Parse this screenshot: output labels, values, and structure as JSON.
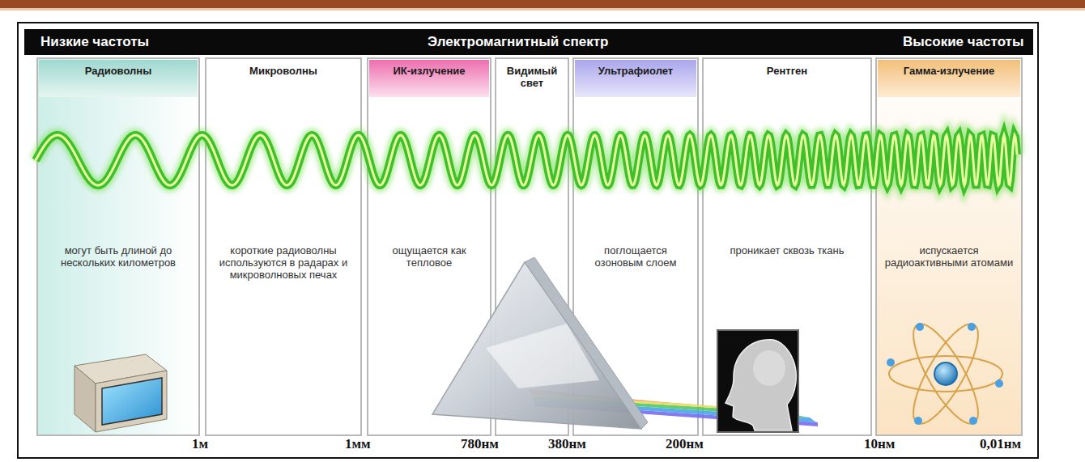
{
  "diagram": {
    "title": "Электромагнитный спектр",
    "nodes": [
      {
        "text": [
          "Радиоволны",
          "могут быть длиной до нескольких километров"
        ]
      },
      {
        "text": [
          "Микроволны",
          "короткие радиоволны используются в радарах и микроволновых печах"
        ]
      },
      {
        "text": [
          "ИК-излучение",
          "ощущается как тепловое"
        ]
      },
      {
        "text": [
          "Видимый свет"
        ]
      },
      {
        "text": [
          "Ультрафиолет",
          "поглощается озоновым слоем"
        ]
      },
      {
        "text": [
          "Рентген",
          "проникает сквозь ткань"
        ]
      },
      {
        "text": [
          "Гамма-излучение",
          "испускается радиоактивными атомами"
        ]
      }
    ],
    "labels": [
      "Низкие частоты",
      "Высокие частоты",
      "1м",
      "1мм",
      "780нм",
      "380нм",
      "200нм",
      "10нм",
      "0,01нм"
    ]
  }
}
